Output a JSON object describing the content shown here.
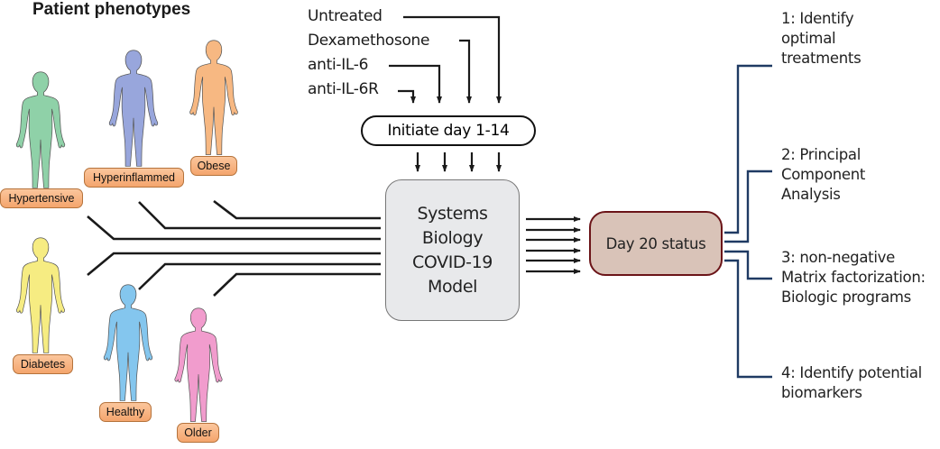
{
  "title": "Patient phenotypes",
  "phenotypes": [
    {
      "label": "Hypertensive",
      "color": "#8fd1a8"
    },
    {
      "label": "Hyperinflammed",
      "color": "#98a6dc"
    },
    {
      "label": "Obese",
      "color": "#f7b882"
    },
    {
      "label": "Diabetes",
      "color": "#f6ec82"
    },
    {
      "label": "Healthy",
      "color": "#84c6ee"
    },
    {
      "label": "Older",
      "color": "#f19ccd"
    }
  ],
  "treatments": [
    "Untreated",
    "Dexamethosone",
    "anti-IL-6",
    "anti-IL-6R"
  ],
  "initiate_label": "Initiate day 1-14",
  "model_label": [
    "Systems",
    "Biology",
    "COVID-19",
    "Model"
  ],
  "status_label": "Day 20 status",
  "outcomes": [
    "1: Identify\noptimal\ntreatments",
    "2: Principal\nComponent\nAnalysis",
    "3: non-negative\nMatrix factorization:\nBiologic programs",
    "4: Identify potential\nbiomarkers"
  ],
  "colors": {
    "line": "#1a1a1a",
    "outcome_line": "#1f3a63",
    "status_border": "#6b1418",
    "status_fill": "#d9c3b8",
    "model_fill": "#e8e9eb",
    "label_fill": "#f6ae78"
  }
}
